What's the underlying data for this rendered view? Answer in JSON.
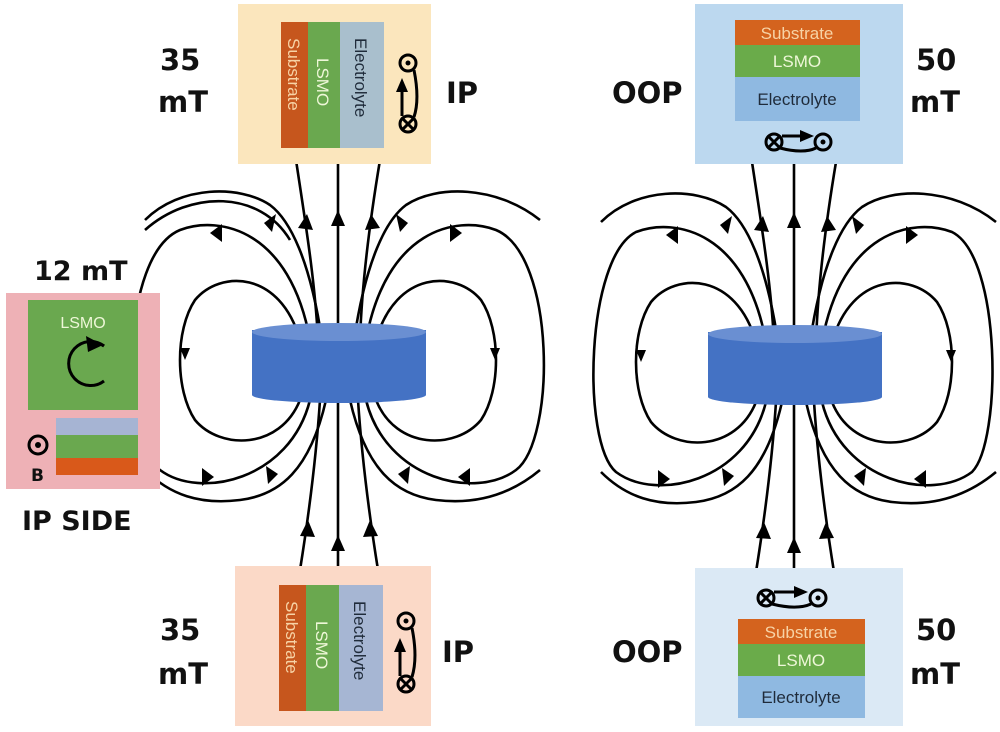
{
  "figure": {
    "left_panel": {
      "magnet": "cylindrical-magnet",
      "top_sample": {
        "field_label_value": "35",
        "field_label_unit": "mT",
        "orientation_label": "IP",
        "background": "#fbe6bd",
        "layers": [
          {
            "name": "Substrate",
            "color": "#c6561d",
            "text_color": "#f7d3a6"
          },
          {
            "name": "LSMO",
            "color": "#6aa84f",
            "text_color": "#eef7d8"
          },
          {
            "name": "Electrolyte",
            "color": "#a9bfcd",
            "text_color": "#1f2b3a"
          }
        ]
      },
      "bottom_sample": {
        "field_label_value": "35",
        "field_label_unit": "mT",
        "orientation_label": "IP",
        "background": "#fbd9c7",
        "layers": [
          {
            "name": "Substrate",
            "color": "#c6561d",
            "text_color": "#f7d3a6"
          },
          {
            "name": "LSMO",
            "color": "#6aa84f",
            "text_color": "#eef7d8"
          },
          {
            "name": "Electrolyte",
            "color": "#a6b6d3",
            "text_color": "#1f2b3a"
          }
        ]
      },
      "side_sample": {
        "field_label": "12 mT",
        "caption": "IP SIDE",
        "layer_label": "LSMO",
        "field_symbol_label": "B",
        "background": "#eeb1b6",
        "stack_colors": [
          "#a6b4d3",
          "#6aa84f",
          "#d9591a"
        ]
      }
    },
    "right_panel": {
      "magnet": "cylindrical-magnet",
      "top_sample": {
        "orientation_label": "OOP",
        "field_label_value": "50",
        "field_label_unit": "mT",
        "background": "#bcd8ef",
        "layers": [
          {
            "name": "Substrate",
            "color": "#d4631e",
            "text_color": "#f7d3a6"
          },
          {
            "name": "LSMO",
            "color": "#6aab4a",
            "text_color": "#eef7d8"
          },
          {
            "name": "Electrolyte",
            "color": "#8fb9e1",
            "text_color": "#1f2b3a"
          }
        ]
      },
      "bottom_sample": {
        "orientation_label": "OOP",
        "field_label_value": "50",
        "field_label_unit": "mT",
        "background": "#dbe9f5",
        "layers": [
          {
            "name": "Substrate",
            "color": "#d4631e",
            "text_color": "#f7d3a6"
          },
          {
            "name": "LSMO",
            "color": "#6aab4a",
            "text_color": "#eef7d8"
          },
          {
            "name": "Electrolyte",
            "color": "#8fb9e1",
            "text_color": "#1f2b3a"
          }
        ]
      }
    },
    "colors": {
      "magnet_side": "#4472c4",
      "magnet_top": "#6a8fd2",
      "field_lines": "#000000"
    }
  }
}
